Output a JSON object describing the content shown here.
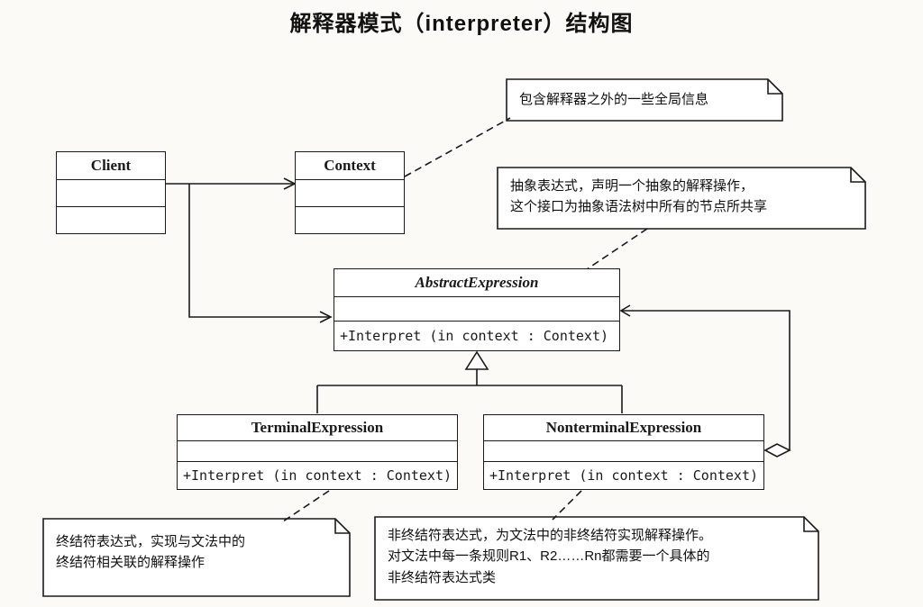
{
  "title": "解释器模式（interpreter）结构图",
  "classes": {
    "client": {
      "name": "Client"
    },
    "context": {
      "name": "Context"
    },
    "abstract_expression": {
      "name": "AbstractExpression",
      "method": "+Interpret (in context : Context)"
    },
    "terminal_expression": {
      "name": "TerminalExpression",
      "method": "+Interpret (in context : Context)"
    },
    "nonterminal_expression": {
      "name": "NonterminalExpression",
      "method": "+Interpret (in context : Context)"
    }
  },
  "notes": {
    "context_note": "包含解释器之外的一些全局信息",
    "abstract_note": "抽象表达式，声明一个抽象的解释操作，\n这个接口为抽象语法树中所有的节点所共享",
    "terminal_note": "终结符表达式，实现与文法中的\n终结符相关联的解释操作",
    "nonterminal_note": "非终结符表达式，为文法中的非终结符实现解释操作。\n对文法中每一条规则R1、R2……Rn都需要一个具体的\n非终结符表达式类"
  },
  "colors": {
    "ink": "#1a1a1a",
    "paper": "#fbfaf7",
    "box_fill": "#ffffff"
  }
}
